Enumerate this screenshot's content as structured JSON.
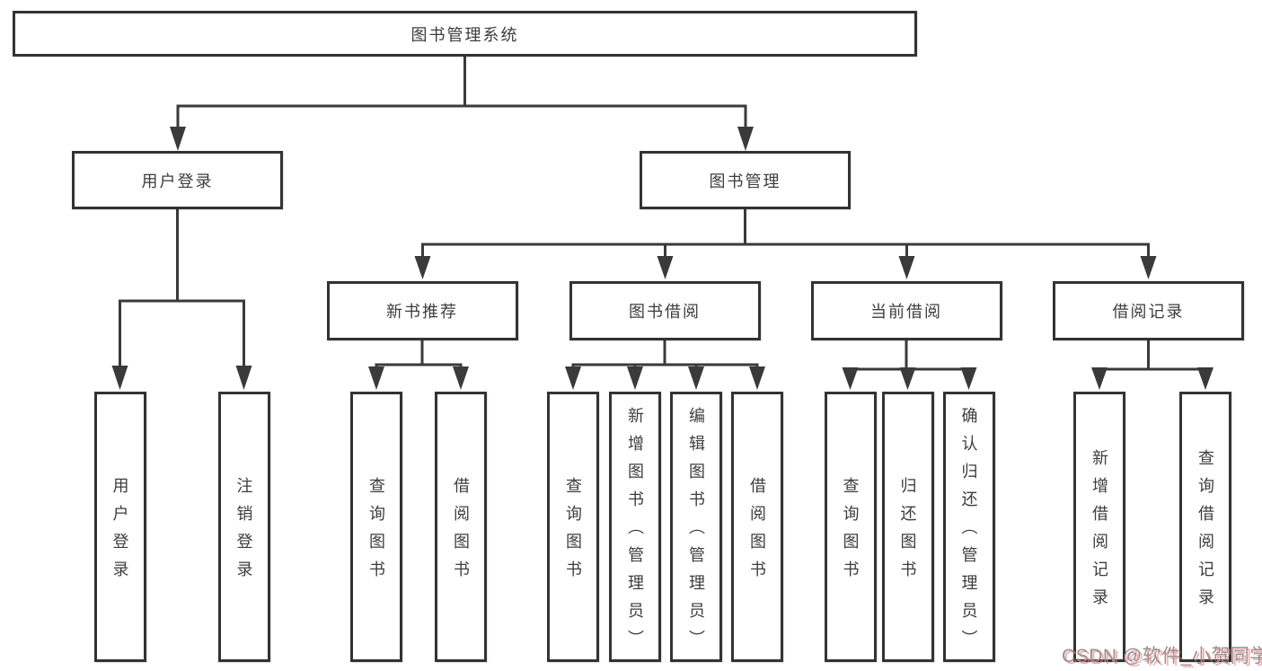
{
  "diagram": {
    "root": "图书管理系统",
    "level2": {
      "user_login": "用户登录",
      "book_mgmt": "图书管理"
    },
    "level3": {
      "new_book_rec": "新书推荐",
      "book_borrow": "图书借阅",
      "current_borrow": "当前借阅",
      "borrow_record": "借阅记录"
    },
    "leaves": {
      "user_login": [
        "用户登录",
        "注销登录"
      ],
      "new_book_rec": [
        "查询图书",
        "借阅图书"
      ],
      "book_borrow": [
        "查询图书",
        "新增图书（管理员）",
        "编辑图书（管理员）",
        "借阅图书"
      ],
      "current_borrow": [
        "查询图书",
        "归还图书",
        "确认归还（管理员）"
      ],
      "borrow_record": [
        "新增借阅记录",
        "查询借阅记录"
      ]
    }
  },
  "watermark": {
    "text": "CSDN @软件_小贺同学",
    "color": "#939393",
    "shadow_color": "#fa7878"
  },
  "colors": {
    "line": "#3a3a3a",
    "box_border": "#333333",
    "text": "#3d3d3d",
    "background": "#ffffff"
  }
}
